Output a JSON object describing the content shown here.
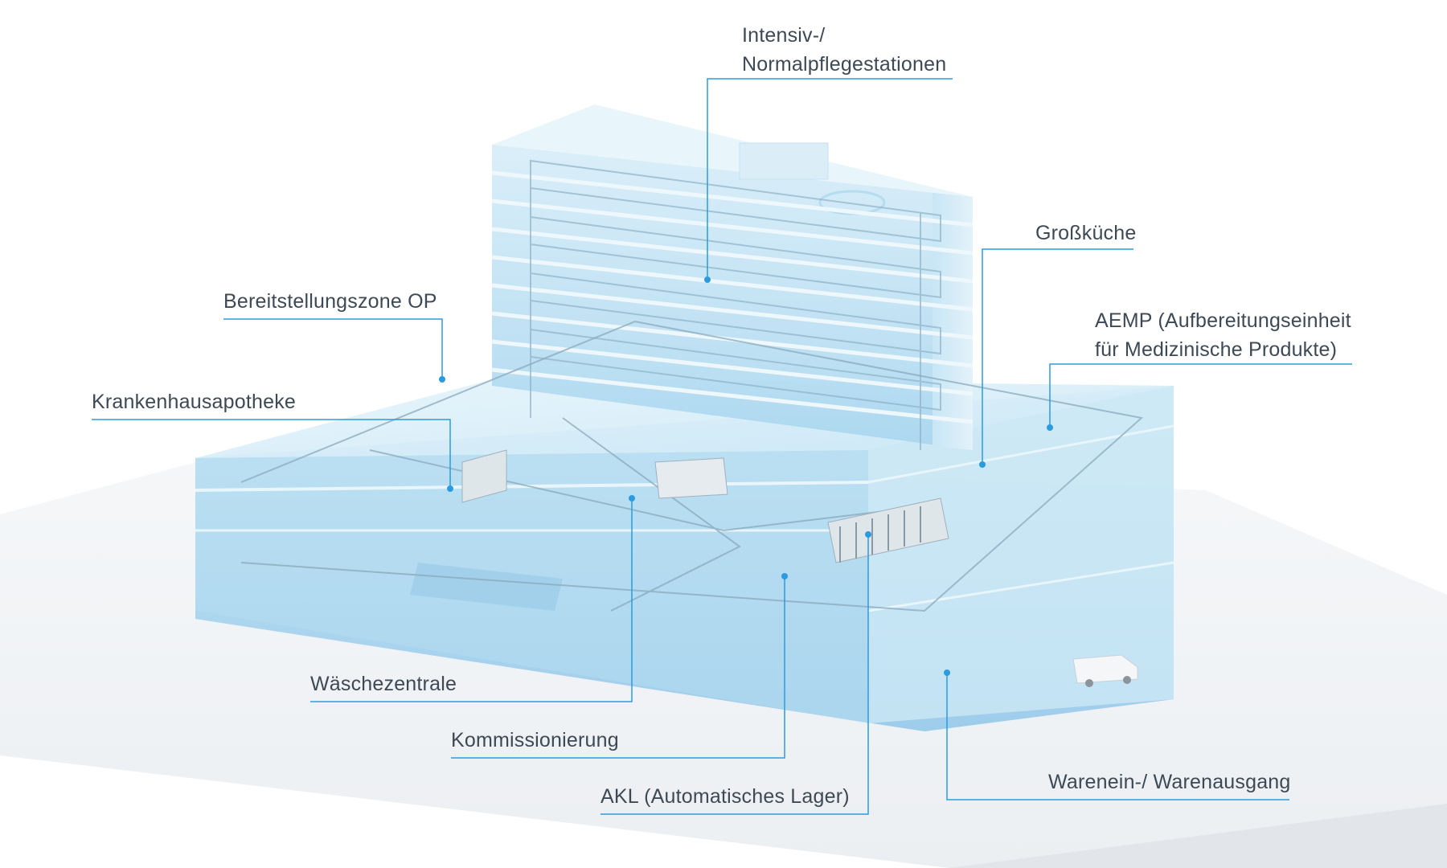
{
  "accent_color": "#2b9be0",
  "building_tint": "#bfe2f4",
  "labels": {
    "intensiv_line1": "Intensiv-/",
    "intensiv_line2": "Normalpflegestationen",
    "grosskueche": "Großküche",
    "bereitstellung": "Bereitstellungszone OP",
    "aemp_line1": "AEMP (Aufbereitungseinheit",
    "aemp_line2": "für Medizinische Produkte)",
    "apotheke": "Krankenhausapotheke",
    "waesche": "Wäschezentrale",
    "kommission": "Kommissionierung",
    "akl": "AKL (Automatisches Lager)",
    "warenein": "Warenein-/ Warenausgang"
  }
}
